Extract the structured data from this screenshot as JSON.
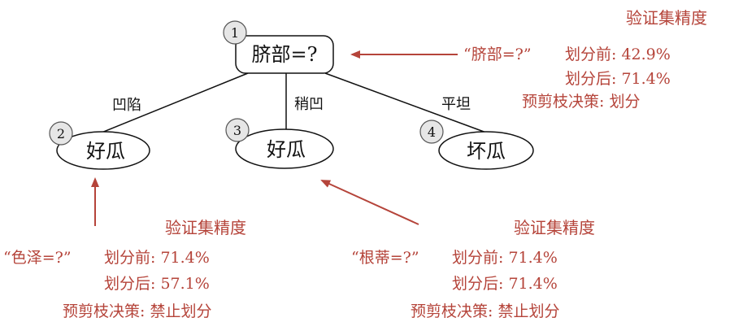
{
  "tree": {
    "root": {
      "number": "1",
      "label": "脐部=?"
    },
    "branches": [
      {
        "edge_label": "凹陷",
        "number": "2",
        "leaf": "好瓜"
      },
      {
        "edge_label": "稍凹",
        "number": "3",
        "leaf": "好瓜"
      },
      {
        "edge_label": "平坦",
        "number": "4",
        "leaf": "坏瓜"
      }
    ]
  },
  "annotations": {
    "root": {
      "title": "验证集精度",
      "question": "“脐部=?”",
      "before": "划分前: 42.9%",
      "after": "划分后: 71.4%",
      "decision": "预剪枝决策: 划分"
    },
    "node2": {
      "title": "验证集精度",
      "question": "“色泽=?”",
      "before": "划分前: 71.4%",
      "after": "划分后: 57.1%",
      "decision": "预剪枝决策: 禁止划分"
    },
    "node3": {
      "title": "验证集精度",
      "question": "“根蒂=?”",
      "before": "划分前: 71.4%",
      "after": "划分后: 71.4%",
      "decision": "预剪枝决策: 禁止划分"
    }
  },
  "colors": {
    "annotation": "#b5443a",
    "tree": "#111111"
  }
}
